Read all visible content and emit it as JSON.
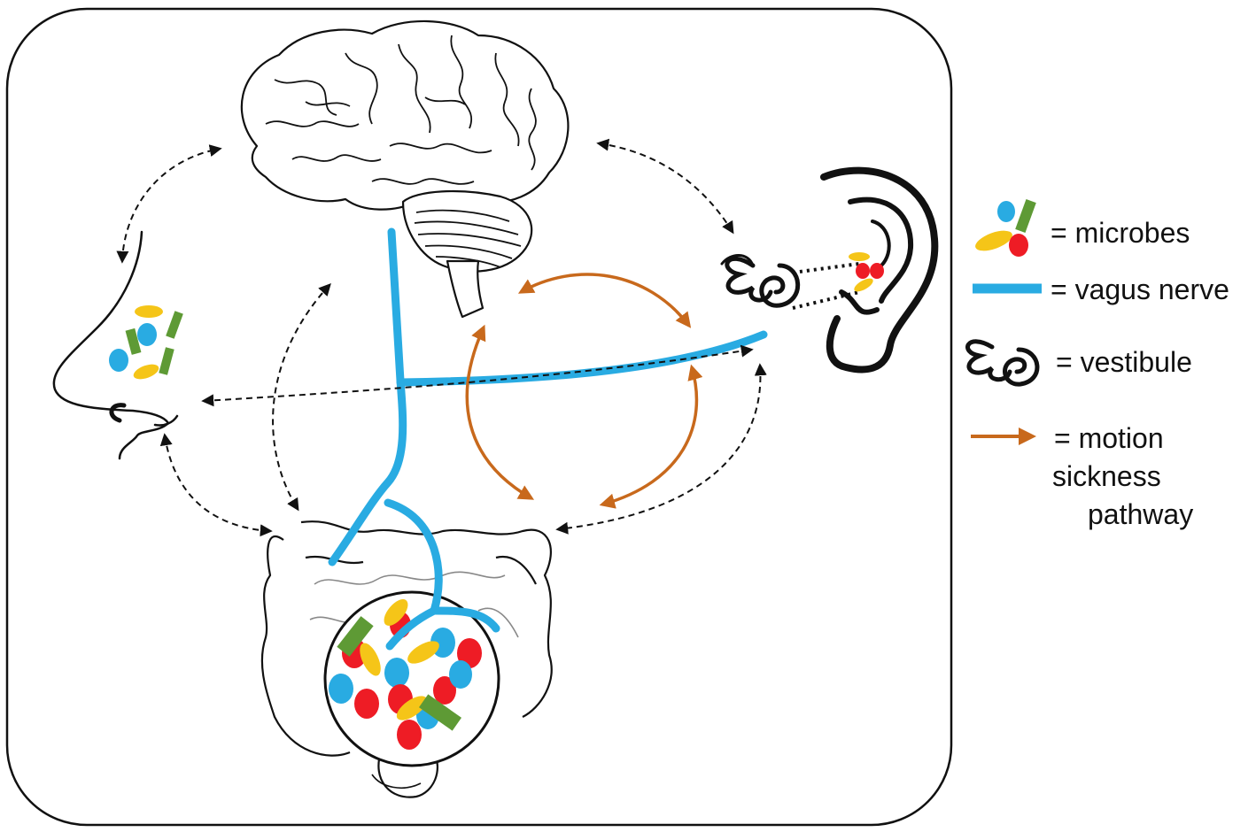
{
  "colors": {
    "vagus_nerve": "#29abe2",
    "motion_sickness_pathway": "#c8691c",
    "microbe_blue": "#29abe2",
    "microbe_red": "#ee1c25",
    "microbe_yellow": "#f5c518",
    "microbe_green": "#5e9a35",
    "outline": "#111111"
  },
  "icons": {
    "brain": "brain-icon",
    "nose": "nose-icon",
    "ear": "ear-icon",
    "gut": "intestine-icon",
    "vestibule": "vestibule-icon",
    "microbes": "microbes-icon"
  },
  "legend": {
    "microbes": "= microbes",
    "vagus_nerve": "= vagus nerve",
    "vestibule": "= vestibule",
    "motion_line1": "= motion",
    "motion_line2": "sickness",
    "motion_line3": "pathway"
  }
}
